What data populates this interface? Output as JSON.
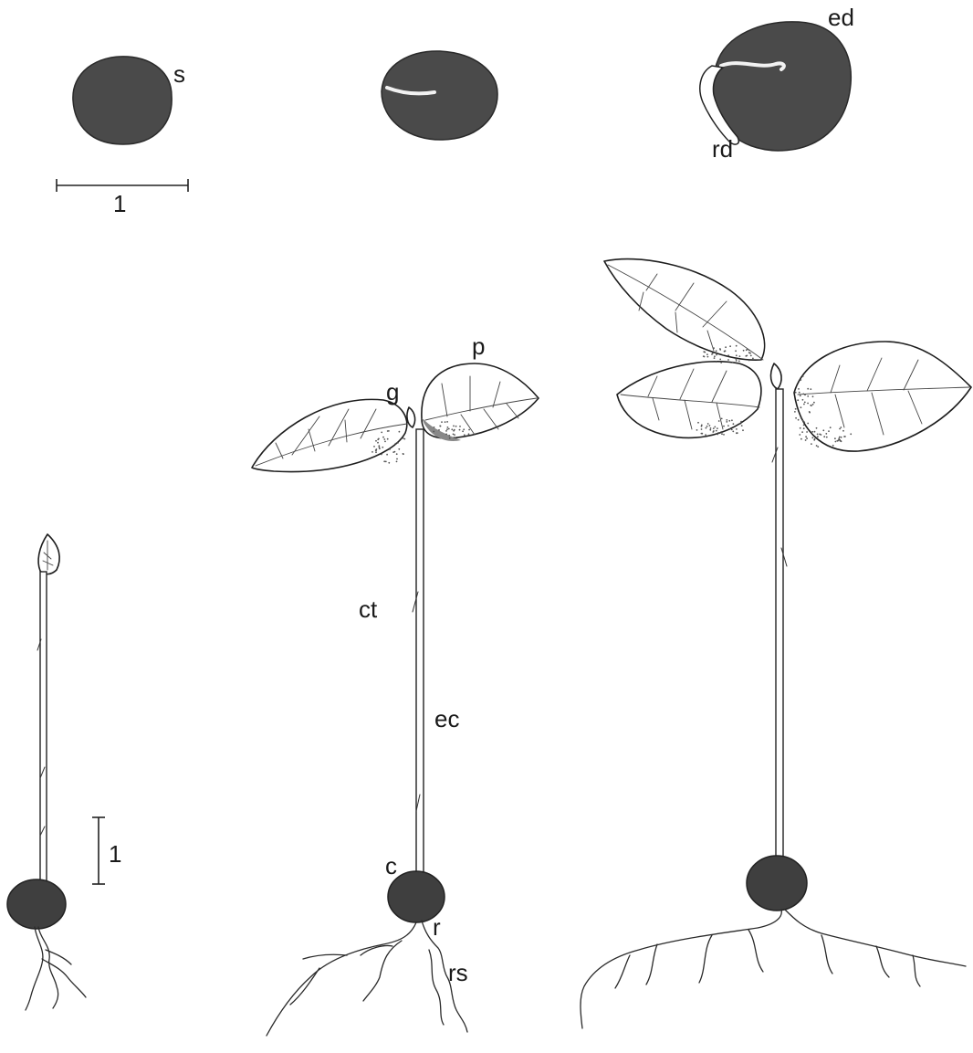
{
  "labels": {
    "seed": "s",
    "scale_top": "1",
    "endocarp": "ed",
    "radicle": "rd",
    "plumule": "p",
    "bud": "g",
    "cataphyll": "ct",
    "epicotyl": "ec",
    "collar": "c",
    "root": "r",
    "secondary_roots": "rs",
    "scale_bottom": "1"
  }
}
